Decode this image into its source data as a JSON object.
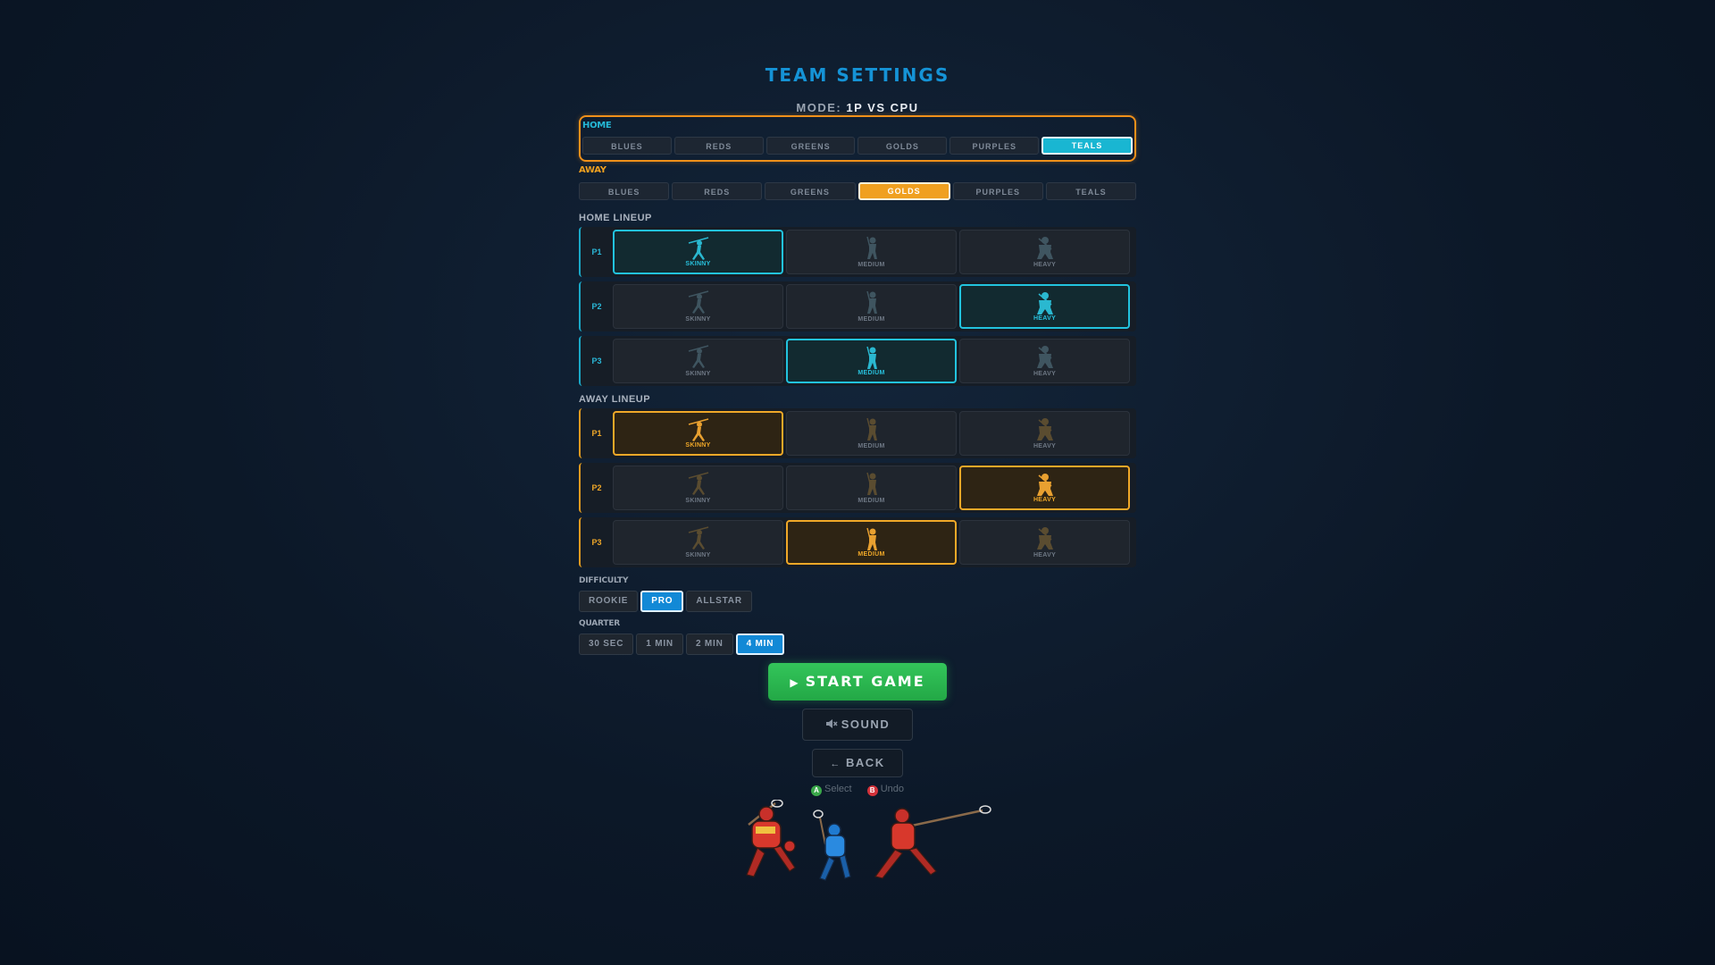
{
  "title": "TEAM SETTINGS",
  "mode": {
    "label": "MODE:",
    "value": "1P VS CPU"
  },
  "team_colors": [
    "BLUES",
    "REDS",
    "GREENS",
    "GOLDS",
    "PURPLES",
    "TEALS"
  ],
  "home": {
    "label": "HOME",
    "selected": "TEALS"
  },
  "away": {
    "label": "AWAY",
    "selected": "GOLDS"
  },
  "home_lineup": {
    "label": "HOME LINEUP",
    "players": [
      {
        "slot": "P1",
        "selected": "SKINNY"
      },
      {
        "slot": "P2",
        "selected": "HEAVY"
      },
      {
        "slot": "P3",
        "selected": "MEDIUM"
      }
    ]
  },
  "away_lineup": {
    "label": "AWAY LINEUP",
    "players": [
      {
        "slot": "P1",
        "selected": "SKINNY"
      },
      {
        "slot": "P2",
        "selected": "HEAVY"
      },
      {
        "slot": "P3",
        "selected": "MEDIUM"
      }
    ]
  },
  "body_types": [
    "SKINNY",
    "MEDIUM",
    "HEAVY"
  ],
  "difficulty": {
    "label": "DIFFICULTY",
    "options": [
      "ROOKIE",
      "PRO",
      "ALLSTAR"
    ],
    "selected": "PRO"
  },
  "quarter": {
    "label": "QUARTER",
    "options": [
      "30 SEC",
      "1 MIN",
      "2 MIN",
      "4 MIN"
    ],
    "selected": "4 MIN"
  },
  "buttons": {
    "start": "START GAME",
    "sound": "SOUND",
    "back": "BACK"
  },
  "hints": {
    "a_key": "A",
    "a_label": "Select",
    "b_key": "B",
    "b_label": "Undo"
  },
  "colors": {
    "home_accent": "#19b6d2",
    "away_accent": "#f0a020",
    "title": "#1593d6",
    "start": "#2cb850"
  }
}
